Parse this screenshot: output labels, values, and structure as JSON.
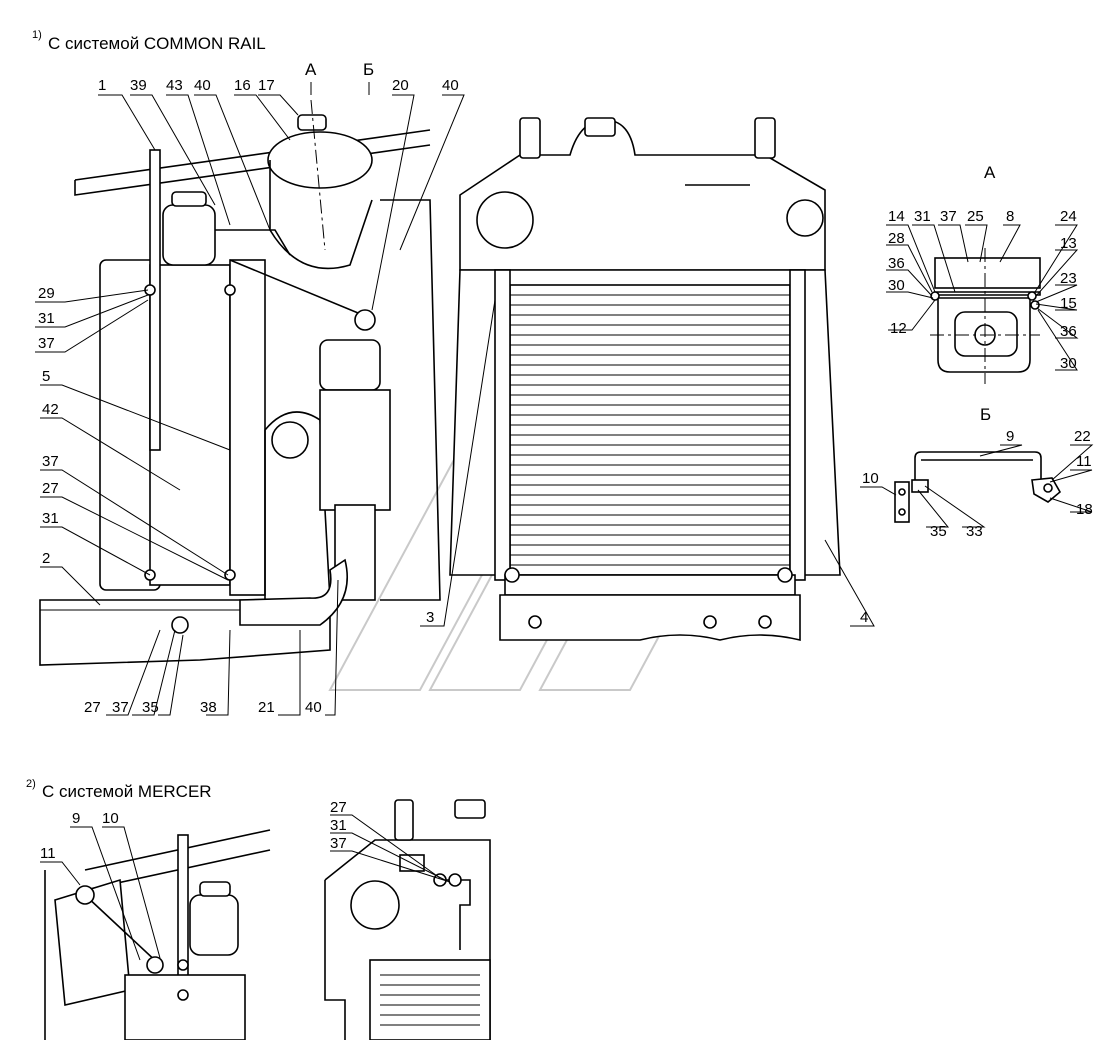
{
  "captions": {
    "common_rail": {
      "sup": "1)",
      "text": "С системой COMMON RAIL"
    },
    "mercer": {
      "sup": "2)",
      "text": "С системой MERCER"
    }
  },
  "views": {
    "a": "А",
    "b": "Б",
    "a_top": "А",
    "b_top": "Б"
  },
  "callouts": {
    "left_top": [
      "1",
      "39",
      "43",
      "40",
      "16",
      "17",
      "20",
      "40"
    ],
    "left_side": [
      "29",
      "31",
      "37",
      "5",
      "42",
      "37",
      "27",
      "31",
      "2"
    ],
    "left_bottom": [
      "27",
      "37",
      "35",
      "38",
      "21",
      "40"
    ],
    "front": [
      "3",
      "4"
    ],
    "view_a": [
      "14",
      "31",
      "37",
      "25",
      "8",
      "24",
      "28",
      "13",
      "36",
      "23",
      "30",
      "15",
      "12",
      "36",
      "30"
    ],
    "view_b": [
      "9",
      "22",
      "11",
      "10",
      "18",
      "35",
      "33"
    ],
    "mercer_left": [
      "11",
      "9",
      "10"
    ],
    "mercer_right": [
      "27",
      "31",
      "37"
    ]
  }
}
